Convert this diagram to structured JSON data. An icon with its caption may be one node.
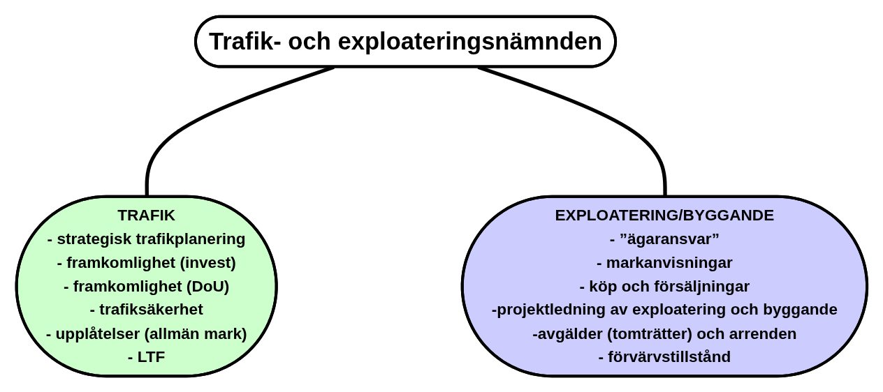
{
  "diagram": {
    "nodes": [
      {
        "text": [
          "Trafik- och exploateringsnämnden"
        ]
      },
      {
        "text": [
          "TRAFIK",
          "- strategisk trafikplanering",
          "- framkomlighet (invest)",
          "- framkomlighet (DoU)",
          "- trafiksäkerhet",
          "- upplåtelser (allmän mark)",
          "- LTF"
        ]
      },
      {
        "text": [
          "EXPLOATERING/BYGGANDE",
          "- ”ägaransvar”",
          "- markanvisningar",
          "- köp och försäljningar",
          "-projektledning av exploatering och byggande",
          "-avgälder (tomträtter) och arrenden",
          "- förvärvstillstånd"
        ]
      }
    ],
    "edges": [
      {
        "from": 0,
        "to": 1,
        "arrow": "none"
      },
      {
        "from": 0,
        "to": 2,
        "arrow": "none"
      }
    ]
  }
}
